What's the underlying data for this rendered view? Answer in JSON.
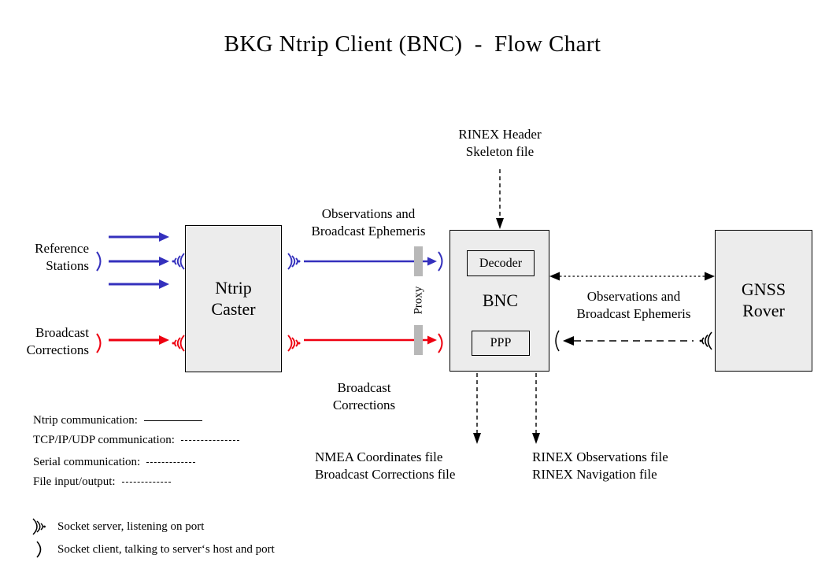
{
  "title": "BKG Ntrip Client (BNC)  -  Flow Chart",
  "colors": {
    "ntrip_blue": "#3430bd",
    "corrections_red": "#ee0010",
    "box_fill": "#ececec",
    "box_stroke": "#000000",
    "proxy_bar": "#b8b8b8",
    "background": "#ffffff"
  },
  "nodes": {
    "ntrip_caster": "Ntrip\nCaster",
    "bnc": "BNC",
    "bnc_decoder": "Decoder",
    "bnc_ppp": "PPP",
    "gnss_rover": "GNSS\nRover"
  },
  "labels": {
    "reference_stations": "Reference\nStations",
    "broadcast_corrections_in": "Broadcast\nCorrections",
    "obs_ephemeris_left": "Observations and\nBroadcast Ephemeris",
    "broadcast_corrections_mid": "Broadcast\nCorrections",
    "rinex_header_skeleton": "RINEX Header\nSkeleton file",
    "obs_ephemeris_right": "Observations and\nBroadcast Ephemeris",
    "proxy": "Proxy",
    "output_left": "NMEA Coordinates file\nBroadcast Corrections file",
    "output_right": "RINEX Observations file\nRINEX Navigation file"
  },
  "legend": {
    "lines": [
      {
        "text": "Ntrip communication:",
        "style": "solid"
      },
      {
        "text": "TCP/IP/UDP communication:",
        "style": "dash"
      },
      {
        "text": "Serial communication:",
        "style": "dash-small"
      },
      {
        "text": "File input/output:",
        "style": "dotted"
      }
    ],
    "sockets": [
      {
        "icon": "socket-server-antenna-icon",
        "text": "Socket server, listening on port"
      },
      {
        "icon": "socket-client-arc-icon",
        "text": "Socket client, talking to server‘s host and port"
      }
    ]
  }
}
